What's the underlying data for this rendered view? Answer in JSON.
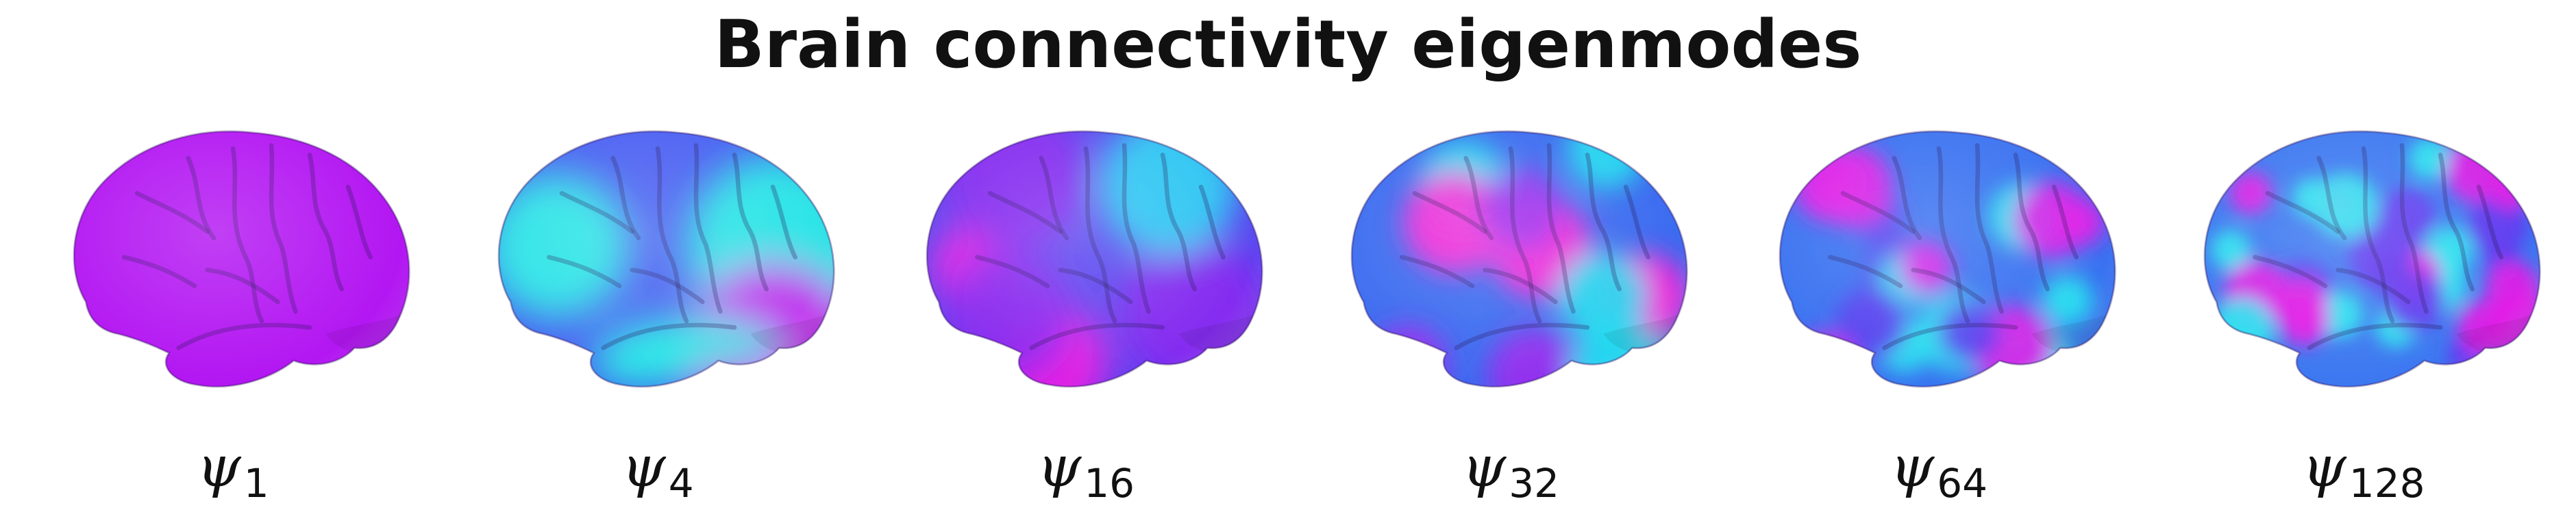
{
  "figure": {
    "title": "Brain connectivity eigenmodes"
  },
  "modes": [
    {
      "symbol": "ψ",
      "index": "1",
      "palette": [
        "#b316f2",
        "#a81bee",
        "#9a22ea"
      ]
    },
    {
      "symbol": "ψ",
      "index": "4",
      "palette": [
        "#4a5ff2",
        "#7a30ee",
        "#29f3e6",
        "#d41ff0"
      ]
    },
    {
      "symbol": "ψ",
      "index": "16",
      "palette": [
        "#5a47f0",
        "#2bd5f3",
        "#8a2af0",
        "#f21ee2"
      ]
    },
    {
      "symbol": "ψ",
      "index": "32",
      "palette": [
        "#3c6cf0",
        "#22e0f0",
        "#9b2bee",
        "#ff23d8"
      ]
    },
    {
      "symbol": "ψ",
      "index": "64",
      "palette": [
        "#3a72f1",
        "#29e6f0",
        "#e020e8",
        "#5a3ff0"
      ]
    },
    {
      "symbol": "ψ",
      "index": "128",
      "palette": [
        "#3d78f1",
        "#2ce8f0",
        "#e31ee5",
        "#6436f0"
      ]
    }
  ]
}
